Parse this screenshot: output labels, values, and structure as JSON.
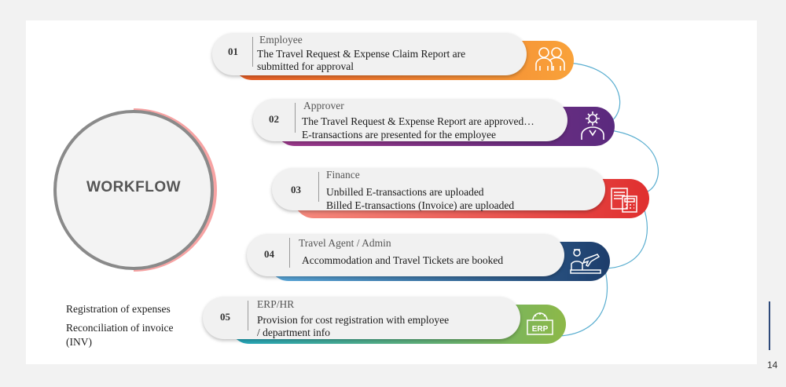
{
  "workflow_label": "WORKFLOW",
  "steps": [
    {
      "number": "01",
      "title": "Employee",
      "line1": "The Travel Request &  Expense Claim Report are",
      "line2": "submitted for approval",
      "icon": "people-icon",
      "color_from": "#e85d26",
      "color_to": "#f9a23a"
    },
    {
      "number": "02",
      "title": "Approver",
      "line1": "The Travel Request & Expense Report are approved…",
      "line2": "E-transactions are presented for the employee",
      "icon": "gear-person-icon",
      "color_from": "#8e2f86",
      "color_to": "#5a2a7e"
    },
    {
      "number": "03",
      "title": "Finance",
      "line1": "Unbilled E-transactions are uploaded",
      "line2": "Billed E-transactions (Invoice) are uploaded",
      "icon": "calculator-icon",
      "color_from": "#f2726f",
      "color_to": "#e33333"
    },
    {
      "number": "04",
      "title": "Travel Agent / Admin",
      "line1": "Accommodation and Travel Tickets are booked",
      "line2": "",
      "icon": "travel-agent-icon",
      "color_from": "#4a9bd1",
      "color_to": "#1d3d6b"
    },
    {
      "number": "05",
      "title": "ERP/HR",
      "line1": "Provision for cost registration with employee",
      "line2": "/ department info",
      "icon": "erp-icon",
      "color_from": "#2aa9b8",
      "color_to": "#8db848"
    }
  ],
  "side_notes": [
    "Registration of expenses",
    "Reconciliation of invoice",
    "(INV)"
  ],
  "page_number": "14"
}
